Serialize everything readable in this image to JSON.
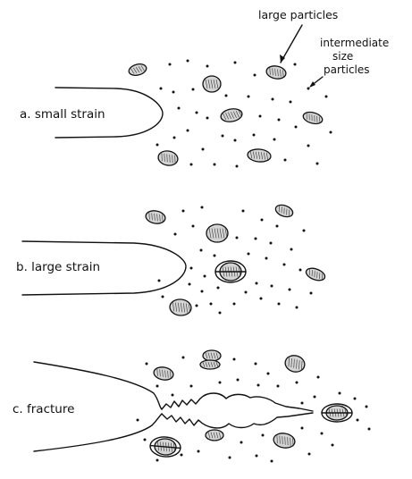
{
  "labels": {
    "large_particles": "large particles",
    "intermediate_line1": "intermediate",
    "intermediate_line2": "size",
    "intermediate_line3": "particles",
    "panel_a": "a. small strain",
    "panel_b": "b. large strain",
    "panel_c": "c. fracture"
  }
}
